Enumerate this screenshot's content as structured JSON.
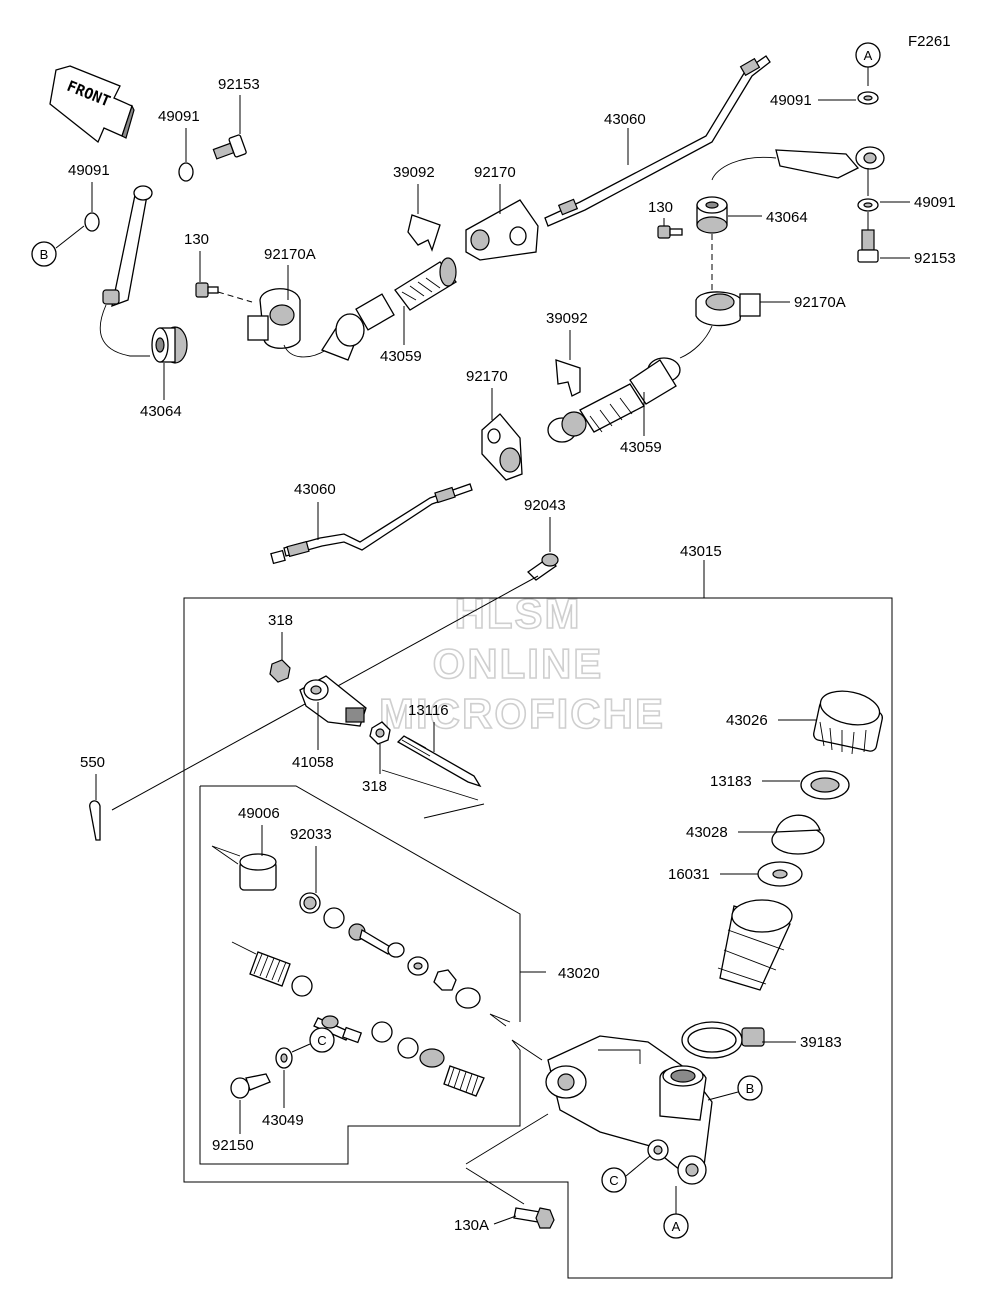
{
  "figure_code": "F2261",
  "front_label": "FRONT",
  "watermark": {
    "line1": "HLSM",
    "line2": "ONLINE",
    "line3": "MICROFICHE"
  },
  "callouts": {
    "a": "A",
    "b": "B",
    "c": "C"
  },
  "parts": {
    "p43015": "43015",
    "p43060_top": "43060",
    "p43060_bottom": "43060",
    "p92153_left": "92153",
    "p92153_right": "92153",
    "p49091_left_upper": "49091",
    "p49091_left_lower": "49091",
    "p49091_right_upper": "49091",
    "p49091_right_lower": "49091",
    "p39092_top": "39092",
    "p39092_mid": "39092",
    "p92170_top": "92170",
    "p92170_mid": "92170",
    "p130_left": "130",
    "p130_right": "130",
    "p92170A_left": "92170A",
    "p92170A_right": "92170A",
    "p43064_left": "43064",
    "p43064_right": "43064",
    "p43059_left": "43059",
    "p43059_right": "43059",
    "p92043": "92043",
    "p318_upper": "318",
    "p318_lower": "318",
    "p41058": "41058",
    "p13116": "13116",
    "p550": "550",
    "p43026": "43026",
    "p13183": "13183",
    "p43028": "43028",
    "p16031": "16031",
    "p39183": "39183",
    "p49006": "49006",
    "p92033": "92033",
    "p43020": "43020",
    "p43049": "43049",
    "p92150": "92150",
    "p130A": "130A"
  }
}
